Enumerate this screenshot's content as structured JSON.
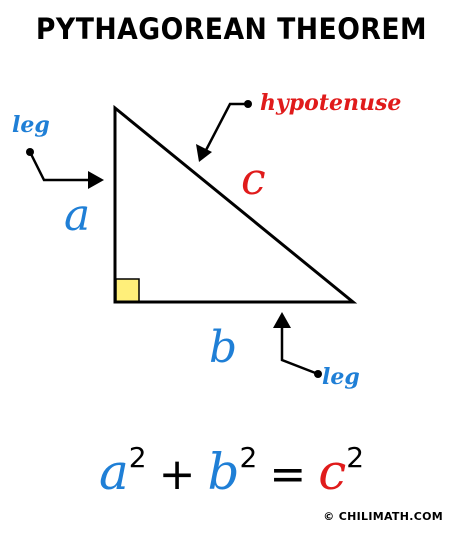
{
  "title": "PYTHAGOREAN THEOREM",
  "labels": {
    "hypotenuse": "hypotenuse",
    "leg_left": "leg",
    "leg_bottom": "leg",
    "side_a": "a",
    "side_b": "b",
    "side_c": "c"
  },
  "formula": {
    "a": "a",
    "b": "b",
    "c": "c",
    "exp_a": "2",
    "exp_b": "2",
    "exp_c": "2",
    "plus": "+",
    "equals": "="
  },
  "credit": {
    "symbol": "©",
    "text": "CHILIMATH.COM"
  },
  "colors": {
    "leg_blue": "#1f7fd6",
    "hypotenuse_red": "#e01b1b",
    "right_angle_fill": "#ffef7a",
    "ink": "#000000"
  },
  "icons": {
    "arrows": "black-pointer-arrow",
    "right_angle": "right-angle-square"
  }
}
